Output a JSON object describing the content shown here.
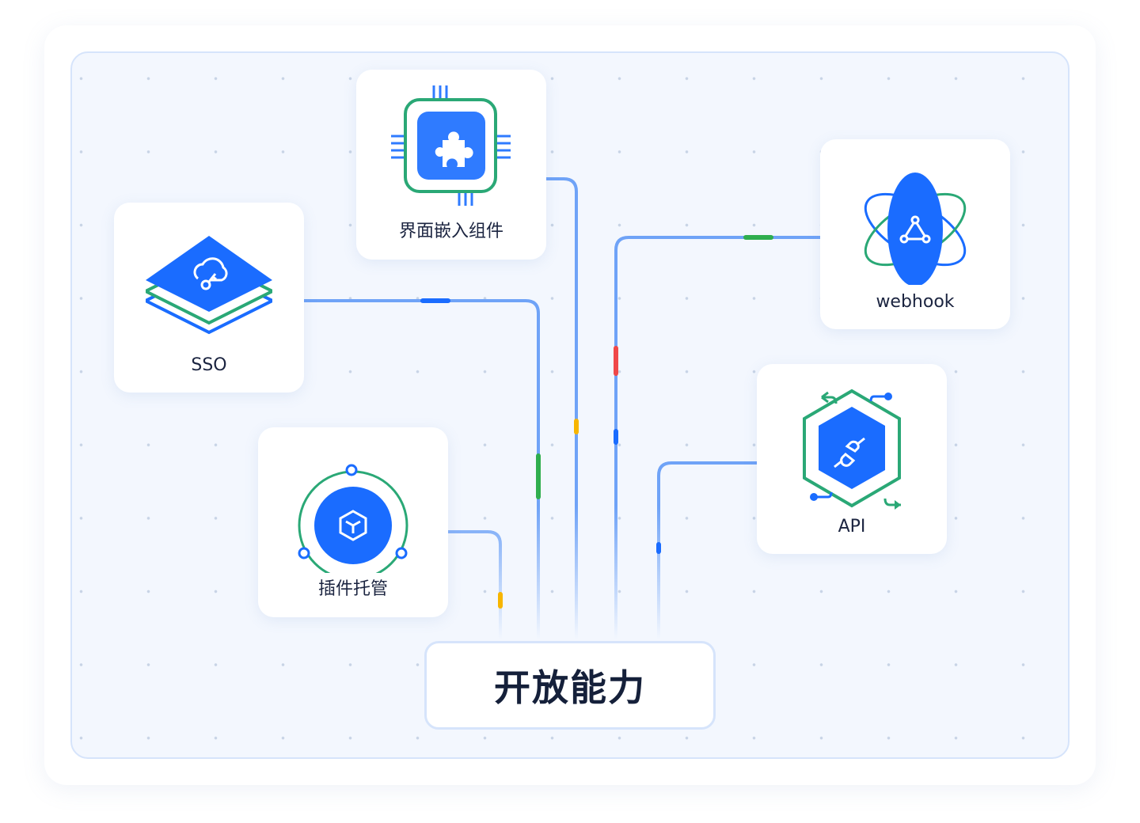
{
  "title": "开放能力",
  "modules": {
    "interface": {
      "label": "界面嵌入组件",
      "icon": "puzzle-chip-icon"
    },
    "sso": {
      "label": "SSO",
      "icon": "cloud-key-layers-icon"
    },
    "plugin": {
      "label": "插件托管",
      "icon": "cube-orbit-icon"
    },
    "webhook": {
      "label": "webhook",
      "icon": "webhook-atom-icon"
    },
    "api": {
      "label": "API",
      "icon": "plug-hexagon-icon"
    }
  },
  "colors": {
    "primary": "#1a6cff",
    "green": "#2aa876",
    "wire": "#6fa3f7",
    "red": "#f04848",
    "yellow": "#f7b500",
    "wireGreen": "#2fae4e"
  }
}
